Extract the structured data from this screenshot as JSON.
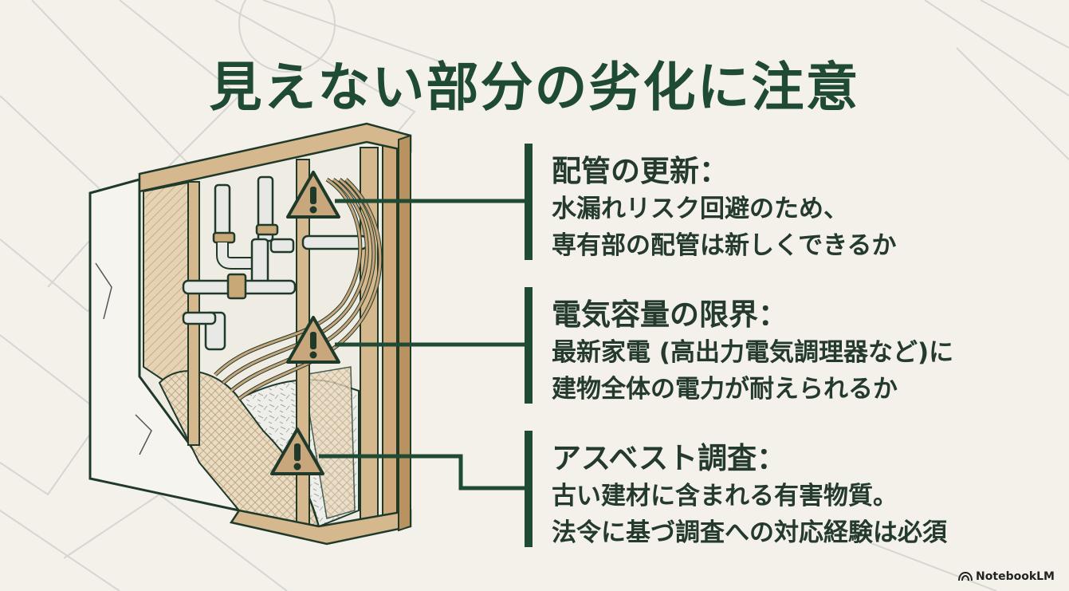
{
  "title": "見えない部分の劣化に注意",
  "callouts": [
    {
      "heading": "配管の更新：",
      "lines": [
        "水漏れリスク回避のため、",
        "専有部の配管は新しくできるか"
      ]
    },
    {
      "heading": "電気容量の限界：",
      "lines": [
        "最新家電 (高出力電気調理器など)に",
        "建物全体の電力が耐えられるか"
      ]
    },
    {
      "heading": "アスベスト調査：",
      "lines": [
        "古い建材に含まれる有害物質。",
        "法令に基づ調査への対応経験は必須"
      ]
    }
  ],
  "logo": {
    "text": "NotebookLM",
    "icon": "notebooklm-icon"
  },
  "colors": {
    "background": "#f3f1ea",
    "primary_green": "#1f4a33",
    "wood": "#c8a57a",
    "warning_fill": "#c9a77c",
    "text": "#243a2c"
  },
  "icons": [
    "warning-icon",
    "notebooklm-icon"
  ]
}
